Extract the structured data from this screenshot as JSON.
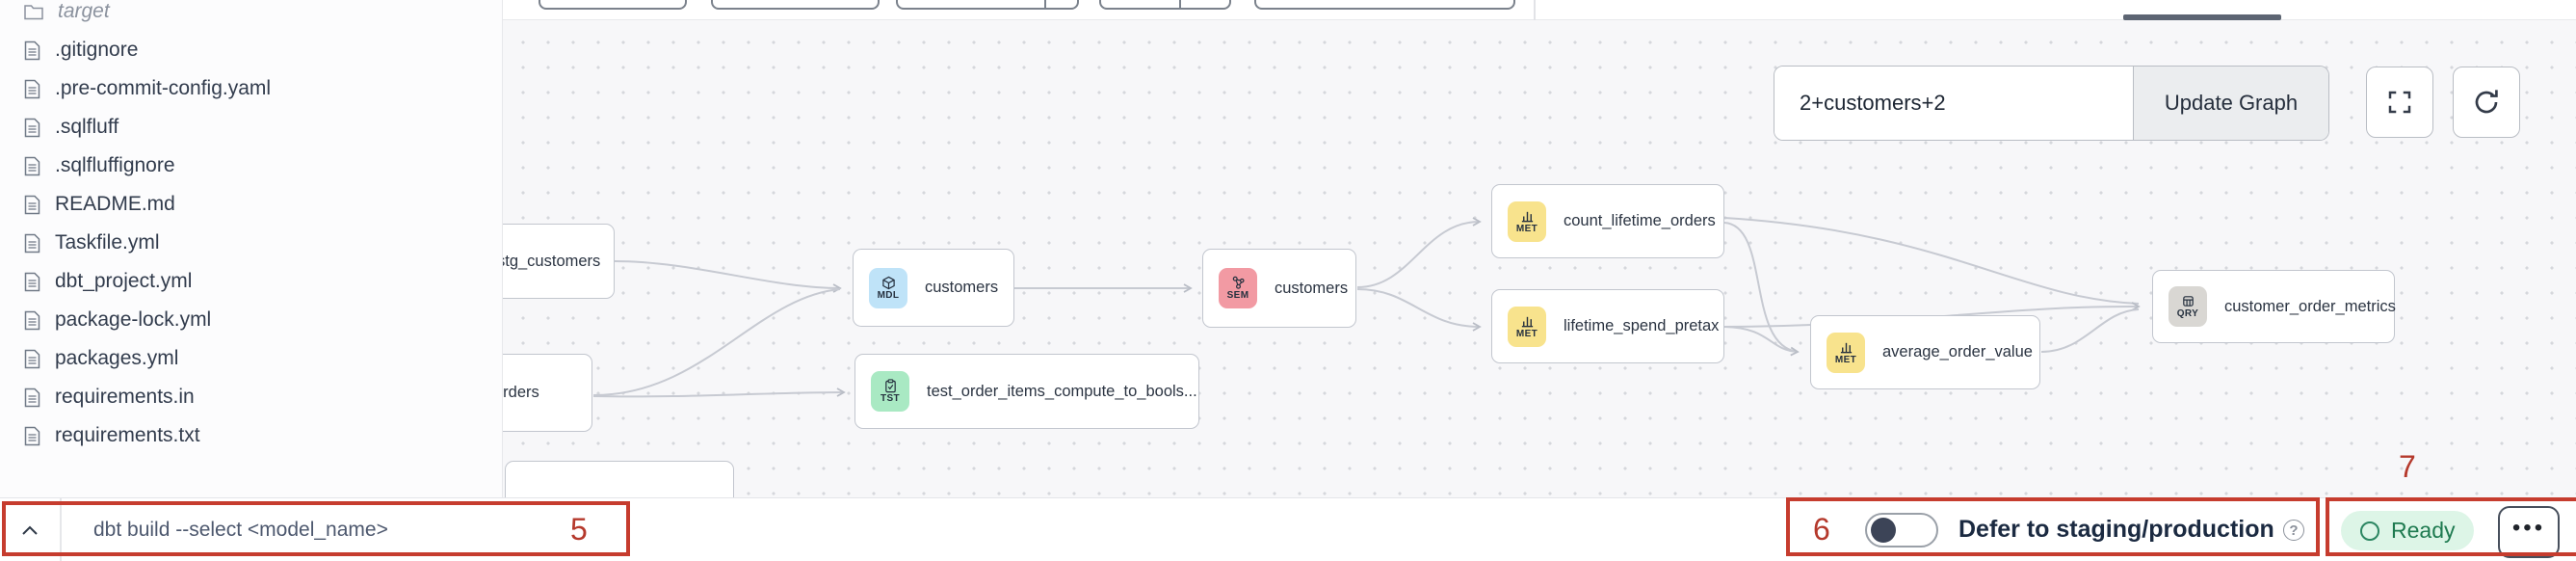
{
  "colors": {
    "annotation_red": "#c63c2e",
    "model_badge": "#bfe3f8",
    "test_badge": "#a9e9c3",
    "semantic_badge": "#f29aa3",
    "metric_badge": "#f8e38d",
    "query_badge": "#d9d7d3",
    "ready_bg": "#ddf5e7",
    "ready_text": "#1e7a50"
  },
  "sidebar": {
    "items": [
      {
        "label": "target",
        "type": "folder"
      },
      {
        "label": ".gitignore",
        "type": "file"
      },
      {
        "label": ".pre-commit-config.yaml",
        "type": "file"
      },
      {
        "label": ".sqlfluff",
        "type": "file"
      },
      {
        "label": ".sqlfluffignore",
        "type": "file"
      },
      {
        "label": "README.md",
        "type": "file"
      },
      {
        "label": "Taskfile.yml",
        "type": "file"
      },
      {
        "label": "dbt_project.yml",
        "type": "file"
      },
      {
        "label": "package-lock.yml",
        "type": "file"
      },
      {
        "label": "packages.yml",
        "type": "file"
      },
      {
        "label": "requirements.in",
        "type": "file"
      },
      {
        "label": "requirements.txt",
        "type": "file"
      }
    ]
  },
  "lineage": {
    "selector": {
      "value": "2+customers+2",
      "update_label": "Update Graph"
    },
    "nodes": [
      {
        "label": "stg_customers",
        "badge": ""
      },
      {
        "label": "orders",
        "badge": ""
      },
      {
        "label": "customers",
        "badge": "MDL"
      },
      {
        "label": "test_order_items_compute_to_bools...",
        "badge": "TST"
      },
      {
        "label": "customers",
        "badge": "SEM"
      },
      {
        "label": "count_lifetime_orders",
        "badge": "MET"
      },
      {
        "label": "lifetime_spend_pretax",
        "badge": "MET"
      },
      {
        "label": "average_order_value",
        "badge": "MET"
      },
      {
        "label": "customer_order_metrics",
        "badge": "QRY"
      }
    ],
    "edges": [
      [
        "stg_customers",
        "customers (MDL)"
      ],
      [
        "orders",
        "customers (MDL)"
      ],
      [
        "orders",
        "test_order_items_compute_to_bools..."
      ],
      [
        "customers (MDL)",
        "customers (SEM)"
      ],
      [
        "customers (SEM)",
        "count_lifetime_orders"
      ],
      [
        "customers (SEM)",
        "lifetime_spend_pretax"
      ],
      [
        "count_lifetime_orders",
        "average_order_value"
      ],
      [
        "lifetime_spend_pretax",
        "average_order_value"
      ],
      [
        "count_lifetime_orders",
        "customer_order_metrics"
      ],
      [
        "lifetime_spend_pretax",
        "customer_order_metrics"
      ],
      [
        "average_order_value",
        "customer_order_metrics"
      ]
    ]
  },
  "bottom_bar": {
    "command_placeholder": "dbt build --select <model_name>",
    "defer_label": "Defer to staging/production",
    "status_label": "Ready",
    "more_label": "•••"
  },
  "annotations": {
    "command_box": "5",
    "defer_box": "6",
    "status_box": "7"
  }
}
